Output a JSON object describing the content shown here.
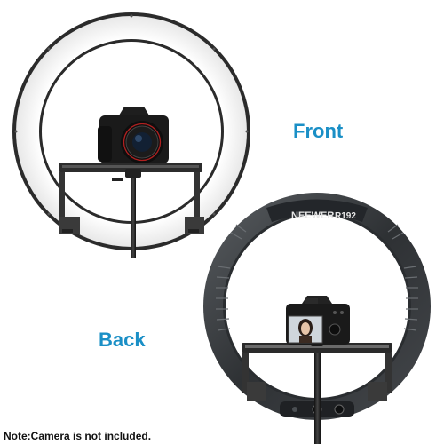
{
  "labels": {
    "front": "Front",
    "back": "Back"
  },
  "brand_text": "NEEWER",
  "model_text": "R192",
  "note": "Note:Camera is not included.",
  "colors": {
    "label_accent": "#1a8fc6",
    "ring_front": "#ffffff",
    "ring_back": "#3a3d40",
    "metal": "#5a5d60"
  },
  "icons": {
    "front_ring": "ring-light-front",
    "back_ring": "ring-light-back",
    "camera_front": "dslr-camera",
    "camera_back": "dslr-camera-back"
  }
}
